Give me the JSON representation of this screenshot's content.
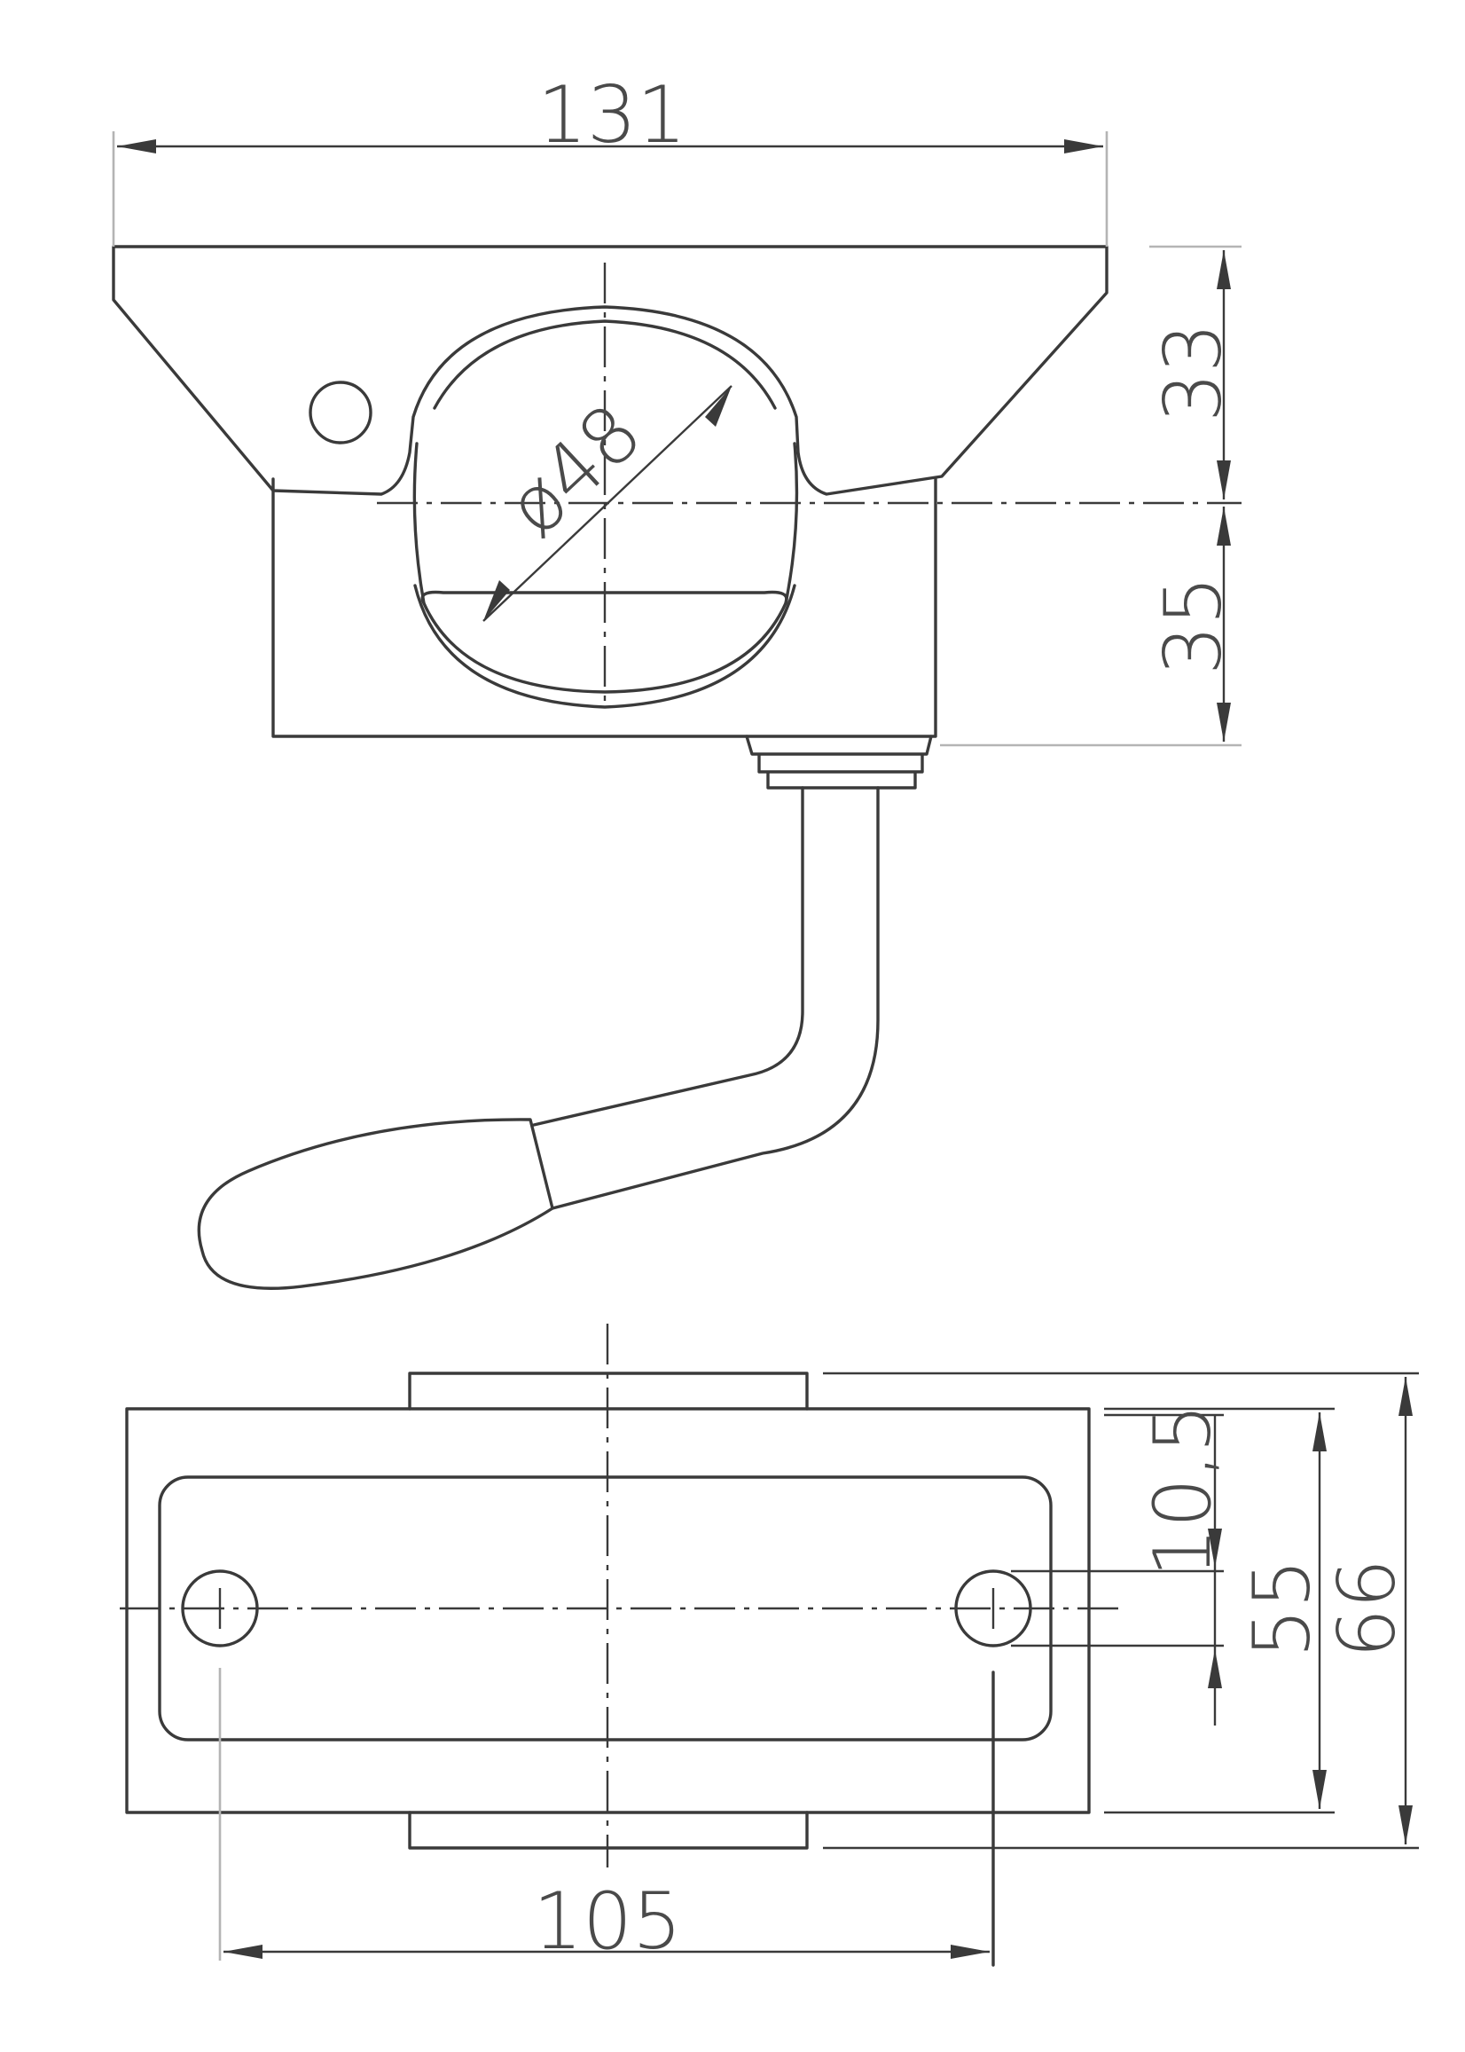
{
  "dimensions": {
    "overall_width": "131",
    "upper_height": "33",
    "lower_height": "35",
    "bore_diameter": "ø48",
    "hole_spacing": "105",
    "hole_offset": "10,5",
    "plate_height": "55",
    "overall_depth": "66"
  },
  "colors": {
    "line": "#3a3a3a",
    "text": "#4a4a4a",
    "extension": "#b4b4b4"
  }
}
